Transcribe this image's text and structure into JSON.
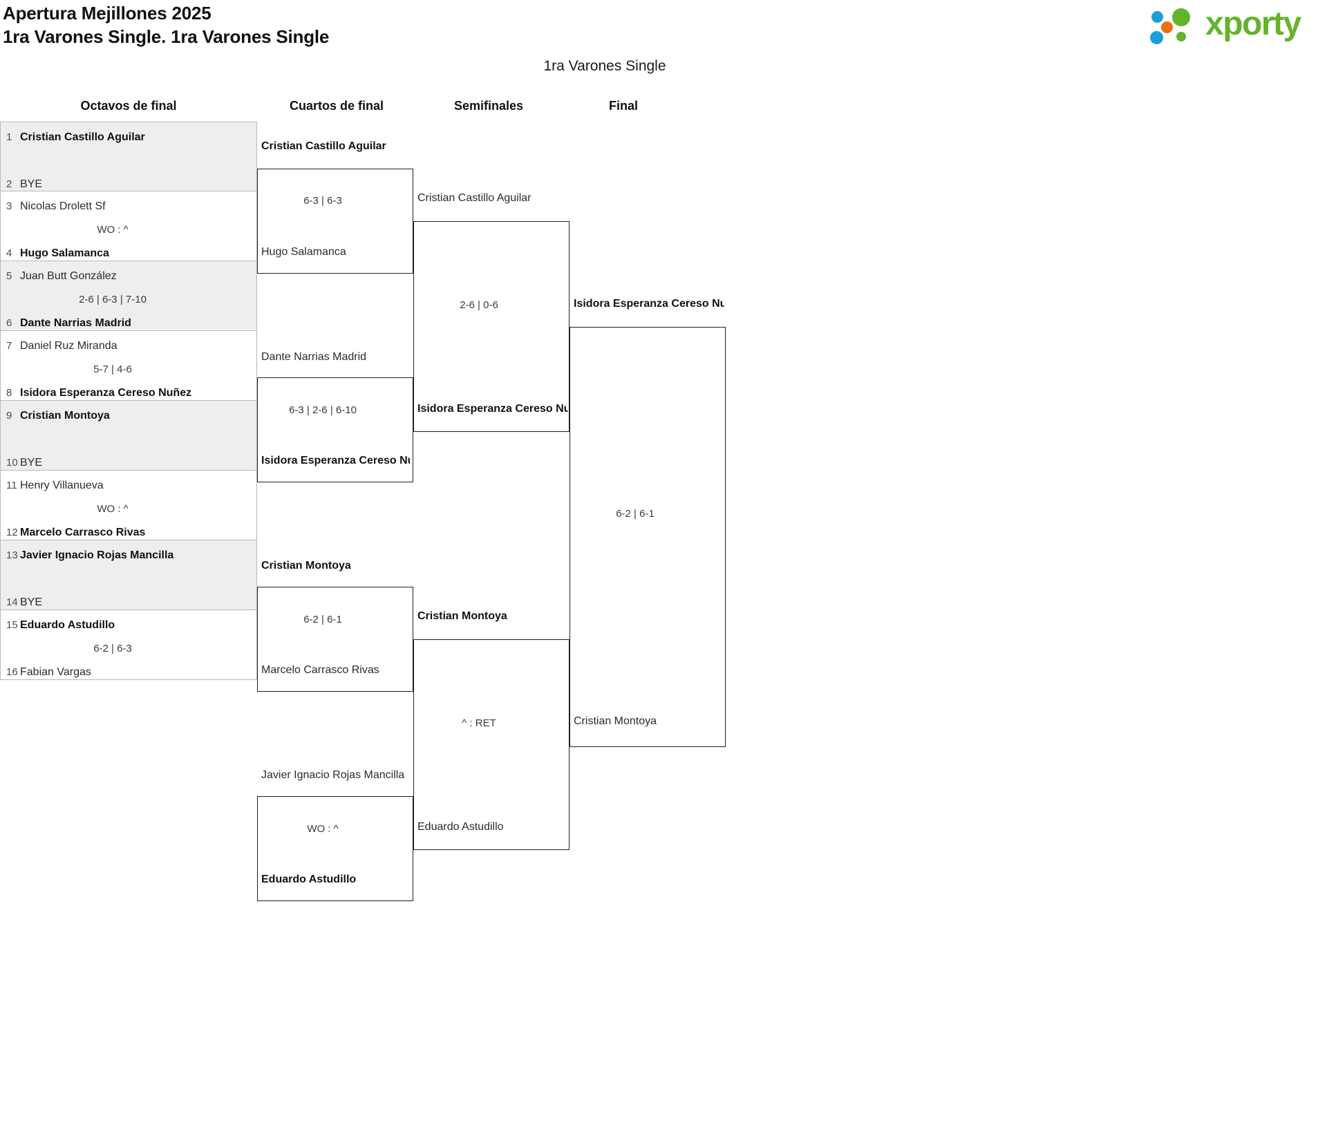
{
  "header": {
    "tournament": "Apertura Mejillones 2025",
    "category": "1ra Varones Single. 1ra Varones Single",
    "logo_text": "xporty",
    "logo_colors": {
      "green": "#63b32b",
      "blue": "#1b9fd8",
      "orange": "#e8730c"
    }
  },
  "bracket": {
    "title": "1ra Varones Single",
    "rounds": [
      {
        "label": "Octavos de final"
      },
      {
        "label": "Cuartos de final"
      },
      {
        "label": "Semifinales"
      },
      {
        "label": "Final"
      }
    ]
  },
  "round_of_16": {
    "matches": [
      {
        "top": {
          "seed": "1",
          "name": "Cristian Castillo Aguilar",
          "winner": true
        },
        "bottom": {
          "seed": "2",
          "name": "BYE",
          "winner": false
        },
        "score": ""
      },
      {
        "top": {
          "seed": "3",
          "name": "Nicolas Drolett Sf",
          "winner": false
        },
        "bottom": {
          "seed": "4",
          "name": "Hugo Salamanca",
          "winner": true
        },
        "score": "WO : ^"
      },
      {
        "top": {
          "seed": "5",
          "name": "Juan Butt González",
          "winner": false
        },
        "bottom": {
          "seed": "6",
          "name": "Dante Narrias Madrid",
          "winner": true
        },
        "score": "2-6 | 6-3 | 7-10"
      },
      {
        "top": {
          "seed": "7",
          "name": "Daniel Ruz Miranda",
          "winner": false
        },
        "bottom": {
          "seed": "8",
          "name": "Isidora Esperanza Cereso Nuñez",
          "winner": true
        },
        "score": "5-7 | 4-6"
      },
      {
        "top": {
          "seed": "9",
          "name": "Cristian Montoya",
          "winner": true
        },
        "bottom": {
          "seed": "10",
          "name": "BYE",
          "winner": false
        },
        "score": ""
      },
      {
        "top": {
          "seed": "11",
          "name": "Henry Villanueva",
          "winner": false
        },
        "bottom": {
          "seed": "12",
          "name": "Marcelo Carrasco Rivas",
          "winner": true
        },
        "score": "WO : ^"
      },
      {
        "top": {
          "seed": "13",
          "name": "Javier Ignacio Rojas Mancilla",
          "winner": true
        },
        "bottom": {
          "seed": "14",
          "name": "BYE",
          "winner": false
        },
        "score": ""
      },
      {
        "top": {
          "seed": "15",
          "name": "Eduardo Astudillo",
          "winner": true
        },
        "bottom": {
          "seed": "16",
          "name": "Fabian Vargas",
          "winner": false
        },
        "score": "6-2 | 6-3"
      }
    ]
  },
  "quarterfinals": {
    "matches": [
      {
        "top": {
          "name": "Cristian Castillo Aguilar",
          "winner": true
        },
        "bottom": {
          "name": "Hugo Salamanca",
          "winner": false
        },
        "score": "6-3 | 6-3"
      },
      {
        "top": {
          "name": "Dante Narrias Madrid",
          "winner": false
        },
        "bottom": {
          "name": "Isidora Esperanza Cereso Nuñez",
          "winner": true
        },
        "score": "6-3 | 2-6 | 6-10"
      },
      {
        "top": {
          "name": "Cristian Montoya",
          "winner": true
        },
        "bottom": {
          "name": "Marcelo Carrasco Rivas",
          "winner": false
        },
        "score": "6-2 | 6-1"
      },
      {
        "top": {
          "name": "Javier Ignacio Rojas Mancilla",
          "winner": false
        },
        "bottom": {
          "name": "Eduardo Astudillo",
          "winner": true
        },
        "score": "WO : ^"
      }
    ]
  },
  "semifinals": {
    "matches": [
      {
        "top": {
          "name": "Cristian Castillo Aguilar",
          "winner": false
        },
        "bottom": {
          "name": "Isidora Esperanza Cereso Nuñez",
          "winner": true
        },
        "score": "2-6 | 0-6"
      },
      {
        "top": {
          "name": "Cristian Montoya",
          "winner": true
        },
        "bottom": {
          "name": "Eduardo Astudillo",
          "winner": false
        },
        "score": "^ : RET"
      }
    ]
  },
  "final": {
    "matches": [
      {
        "top": {
          "name": "Isidora Esperanza Cereso Nuñez",
          "winner": true
        },
        "bottom": {
          "name": "Cristian Montoya",
          "winner": false
        },
        "score": "6-2 | 6-1"
      }
    ]
  }
}
